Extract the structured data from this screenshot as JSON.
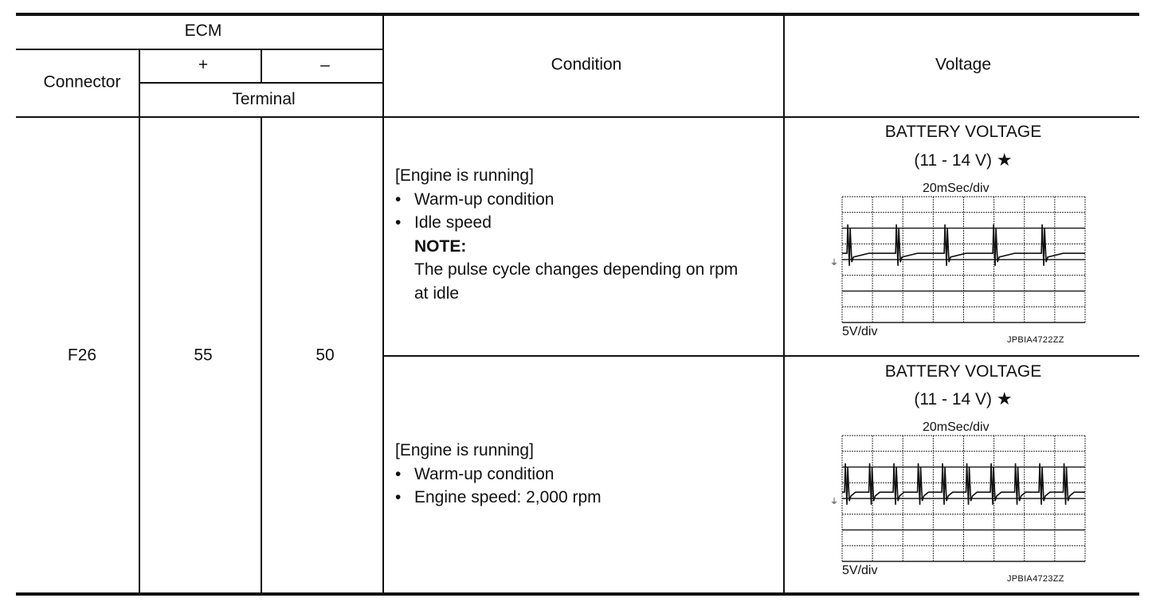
{
  "header": {
    "ecm": "ECM",
    "connector": "Connector",
    "plus": "+",
    "minus": "–",
    "terminal": "Terminal",
    "condition": "Condition",
    "voltage": "Voltage"
  },
  "row": {
    "connector": "F26",
    "terminal_plus": "55",
    "terminal_minus": "50"
  },
  "conditions": [
    {
      "heading": "[Engine is running]",
      "bullets": [
        "Warm-up condition",
        "Idle speed"
      ],
      "note_label": "NOTE:",
      "note_lines": [
        "The pulse cycle changes depending on rpm",
        "at idle"
      ]
    },
    {
      "heading": "[Engine is running]",
      "bullets": [
        "Warm-up condition",
        "Engine speed: 2,000 rpm"
      ]
    }
  ],
  "voltages": [
    {
      "title": "BATTERY VOLTAGE",
      "range": "(11 - 14 V)",
      "star_icon": "star-icon",
      "time_div": "20mSec/div",
      "volt_div": "5V/div",
      "figure_code": "JPBIA4722ZZ",
      "pulse_count": 5
    },
    {
      "title": "BATTERY VOLTAGE",
      "range": "(11 - 14 V)",
      "star_icon": "star-icon",
      "time_div": "20mSec/div",
      "volt_div": "5V/div",
      "figure_code": "JPBIA4723ZZ",
      "pulse_count": 10
    }
  ]
}
